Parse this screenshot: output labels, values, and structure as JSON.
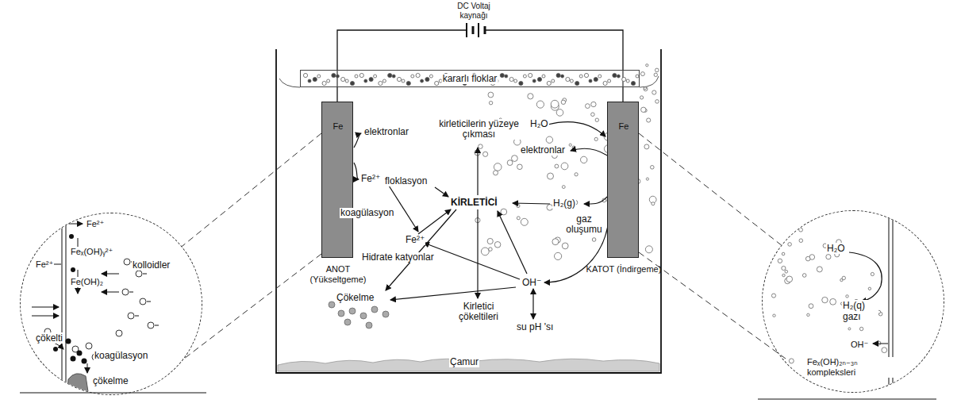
{
  "diagram": {
    "nodes": [
      {
        "text": [
          "kararlı floklar"
        ]
      },
      {
        "text": [
          "Fe",
          "ANOT (Yükseltgeme)"
        ]
      },
      {
        "text": [
          "Fe",
          "KATOT (İndirgeme)"
        ]
      },
      {
        "text": [
          "Fe²⁺",
          "Fe²⁺",
          "Feₓ(OH)ᵧ²⁺",
          "Fe(OH)₂",
          "kolloidler",
          "çökelti",
          "koagülasyon",
          "çökelme"
        ]
      },
      {
        "text": [
          "H₂O",
          "H₂(q) gazı",
          "OH⁻",
          "Feₓ(OH)₂ₙ₋₃ₙ kompleksleri"
        ]
      }
    ],
    "edges": [
      {
        "from": 1,
        "to": 3,
        "arrow": "none"
      },
      {
        "from": 2,
        "to": 4,
        "arrow": "none"
      }
    ],
    "labels": [
      "DC Voltaj kaynağı",
      "elektronlar",
      "Fe²⁺",
      "floklasyon",
      "kirleticilerin yüzeye çıkması",
      "H₂O",
      "elektronlar",
      "KİRLETİCİ",
      "H₂(g)",
      "koagülasyon",
      "gaz oluşumu",
      "Fe²⁺",
      "Hidrate katyonlar",
      "OH⁻",
      "Çökelme",
      "Kirletici çökeltileri",
      "su pH 'sı",
      "Çamur"
    ]
  }
}
